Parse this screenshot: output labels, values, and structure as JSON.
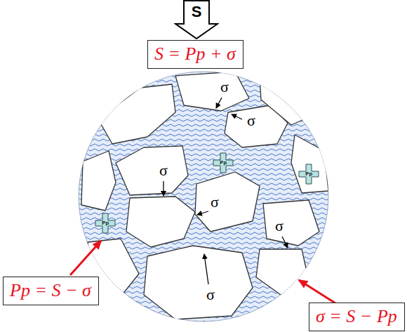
{
  "diagram": {
    "nodes": [
      {
        "text": [
          "S"
        ]
      },
      {
        "text": [
          "S = Pp + σ"
        ]
      },
      {
        "text": [
          "Pp = S − σ"
        ]
      },
      {
        "text": [
          "σ = S − Pp"
        ]
      }
    ],
    "labels": [
      "σ",
      "σ",
      "Pp",
      "σ",
      "σ",
      "Pp",
      "Pp",
      "σ",
      "σ"
    ]
  }
}
